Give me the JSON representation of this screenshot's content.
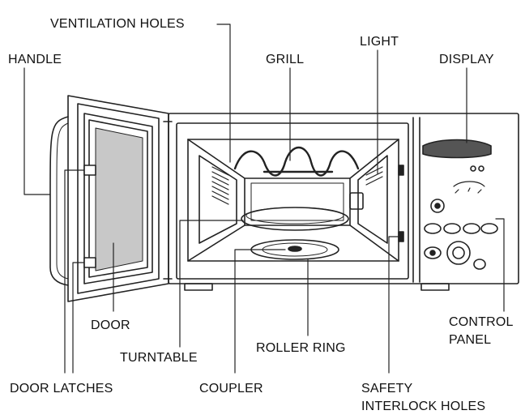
{
  "labels": {
    "ventilation_holes": "VENTILATION HOLES",
    "handle": "HANDLE",
    "grill": "GRILL",
    "light": "LIGHT",
    "display": "DISPLAY",
    "door": "DOOR",
    "control_panel_1": "CONTROL",
    "control_panel_2": "PANEL",
    "turntable": "TURNTABLE",
    "roller_ring": "ROLLER RING",
    "door_latches": "DOOR LATCHES",
    "coupler": "COUPLER",
    "safety_interlock_1": "SAFETY",
    "safety_interlock_2": "INTERLOCK HOLES"
  },
  "colors": {
    "line": "#222222",
    "display_fill": "#555555",
    "door_window": "#c8c8c8"
  }
}
